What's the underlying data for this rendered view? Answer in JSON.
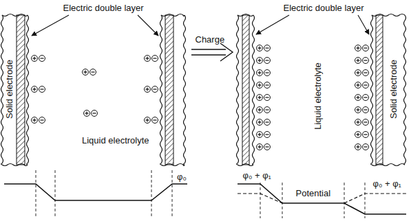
{
  "diagram": {
    "labels": [
      "Electric double layer",
      "Electric double layer",
      "Solid electrode",
      "Liquid electrolyte",
      "Charge",
      "Liquid electrolyte",
      "Solid electrode",
      "Potential",
      "φ₀",
      "φ₀ + φ₁",
      "φ₀ + φ₁"
    ]
  }
}
